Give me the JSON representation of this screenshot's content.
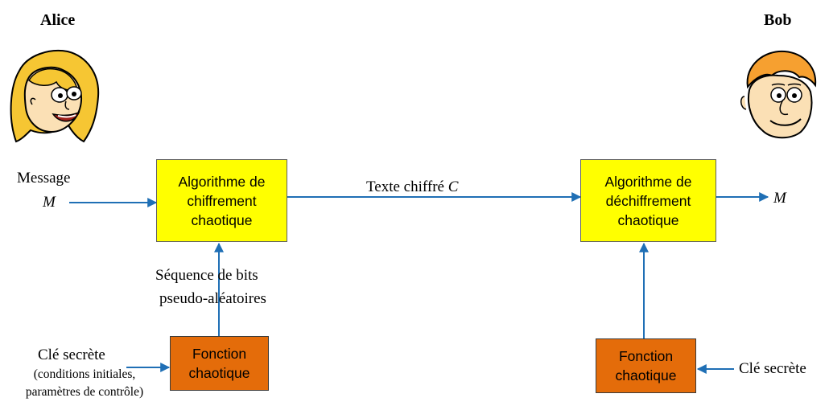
{
  "alice": {
    "name": "Alice"
  },
  "bob": {
    "name": "Bob"
  },
  "message": {
    "label": "Message",
    "symbol": "M"
  },
  "output": {
    "symbol": "M"
  },
  "cipher": {
    "label": "Texte chiffré",
    "symbol": "C"
  },
  "encrypt_box": {
    "line1": "Algorithme de",
    "line2": "chiffrement",
    "line3": "chaotique"
  },
  "decrypt_box": {
    "line1": "Algorithme de",
    "line2": "déchiffrement",
    "line3": "chaotique"
  },
  "sequence": {
    "line1": "Séquence de bits",
    "line2": "pseudo-aléatoires"
  },
  "left_chaos": {
    "line1": "Fonction",
    "line2": "chaotique"
  },
  "right_chaos": {
    "line1": "Fonction",
    "line2": "chaotique"
  },
  "left_key": {
    "label": "Clé secrète",
    "note1": "(conditions initiales,",
    "note2": "paramètres de contrôle)"
  },
  "right_key": {
    "label": "Clé secrète"
  },
  "colors": {
    "arrow": "#1f6fb5",
    "box_yellow": "#ffff00",
    "box_orange": "#e46c0a",
    "hair": "#f6c633",
    "skin": "#fbe0b5"
  }
}
